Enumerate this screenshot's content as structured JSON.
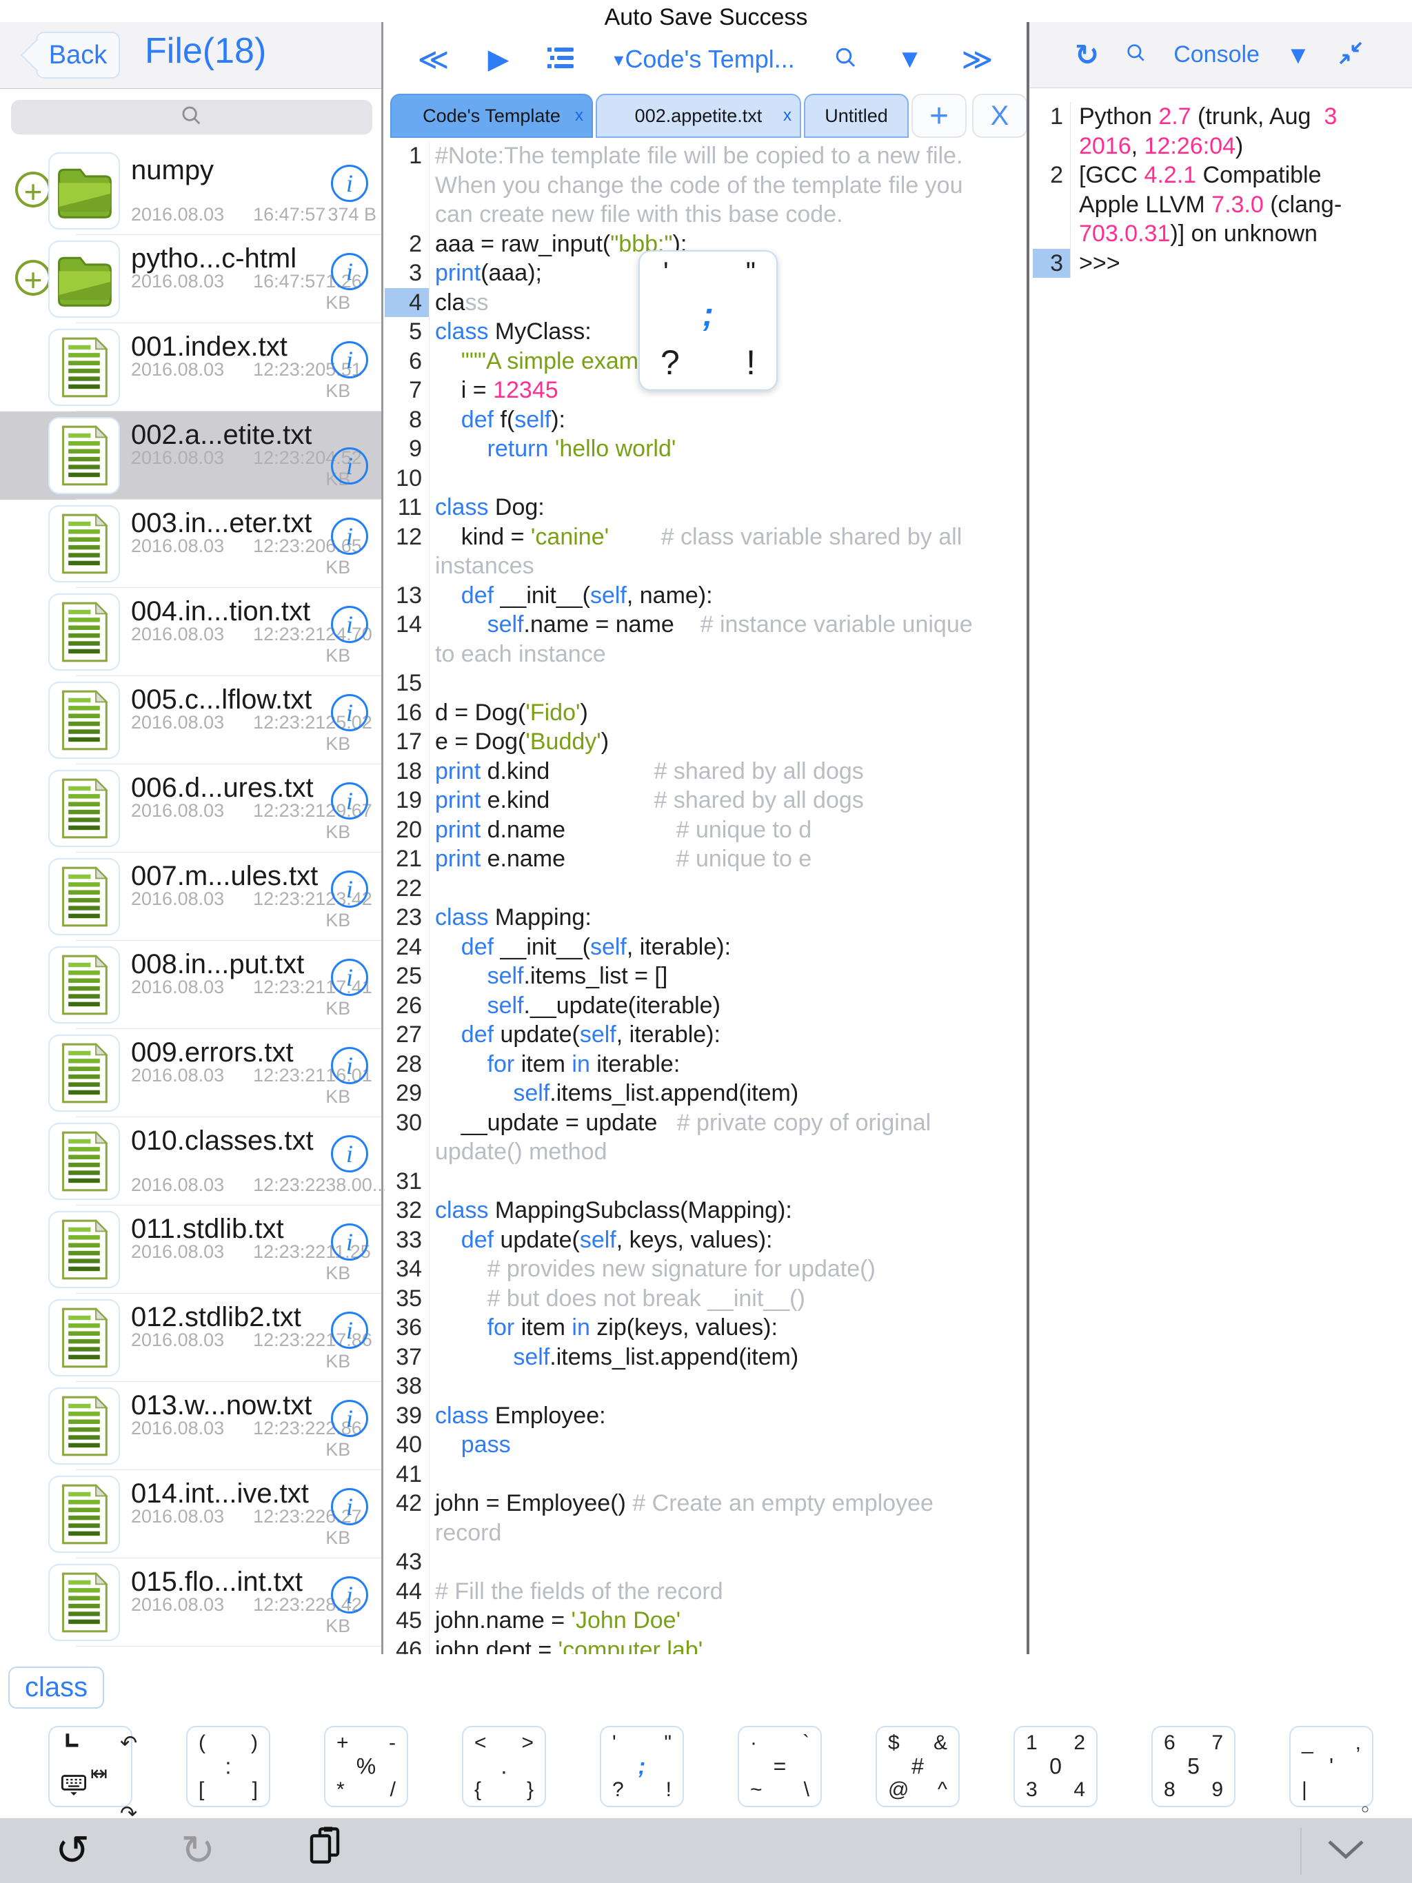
{
  "toast": "Auto Save Success",
  "icons": {
    "double_chevron_left": "≪",
    "play": "▶",
    "double_chevron_right": "≫",
    "caret_down": "▾",
    "triangle_down": "▼",
    "refresh": "↻",
    "plus": "+",
    "close_all": "X",
    "tab_close": "x",
    "undo": "↺",
    "redo": "↻",
    "info": "i",
    "add": "+"
  },
  "sidebar": {
    "back_label": "Back",
    "title": "File(18)",
    "search_placeholder": "",
    "files": [
      {
        "name": "numpy",
        "type": "folder",
        "date": "2016.08.03",
        "time": "16:47:57",
        "size": "374 B"
      },
      {
        "name": "pytho...c-html",
        "type": "folder",
        "date": "2016.08.03",
        "time": "16:47:57",
        "size": "1.26 KB"
      },
      {
        "name": "001.index.txt",
        "type": "file",
        "date": "2016.08.03",
        "time": "12:23:20",
        "size": "5.51 KB"
      },
      {
        "name": "002.a...etite.txt",
        "type": "file",
        "date": "2016.08.03",
        "time": "12:23:20",
        "size": "4.52 KB",
        "selected": true
      },
      {
        "name": "003.in...eter.txt",
        "type": "file",
        "date": "2016.08.03",
        "time": "12:23:20",
        "size": "6.65 KB"
      },
      {
        "name": "004.in...tion.txt",
        "type": "file",
        "date": "2016.08.03",
        "time": "12:23:21",
        "size": "24.70 KB"
      },
      {
        "name": "005.c...lflow.txt",
        "type": "file",
        "date": "2016.08.03",
        "time": "12:23:21",
        "size": "25.02 KB"
      },
      {
        "name": "006.d...ures.txt",
        "type": "file",
        "date": "2016.08.03",
        "time": "12:23:21",
        "size": "29.67 KB"
      },
      {
        "name": "007.m...ules.txt",
        "type": "file",
        "date": "2016.08.03",
        "time": "12:23:21",
        "size": "23.42 KB"
      },
      {
        "name": "008.in...put.txt",
        "type": "file",
        "date": "2016.08.03",
        "time": "12:23:21",
        "size": "17.41 KB"
      },
      {
        "name": "009.errors.txt",
        "type": "file",
        "date": "2016.08.03",
        "time": "12:23:21",
        "size": "16.01 KB"
      },
      {
        "name": "010.classes.txt",
        "type": "file",
        "date": "2016.08.03",
        "time": "12:23:22",
        "size": "38.00..."
      },
      {
        "name": "011.stdlib.txt",
        "type": "file",
        "date": "2016.08.03",
        "time": "12:23:22",
        "size": "11.25 KB"
      },
      {
        "name": "012.stdlib2.txt",
        "type": "file",
        "date": "2016.08.03",
        "time": "12:23:22",
        "size": "17.86 KB"
      },
      {
        "name": "013.w...now.txt",
        "type": "file",
        "date": "2016.08.03",
        "time": "12:23:22",
        "size": "2.86 KB"
      },
      {
        "name": "014.int...ive.txt",
        "type": "file",
        "date": "2016.08.03",
        "time": "12:23:22",
        "size": "6.27 KB"
      },
      {
        "name": "015.flo...int.txt",
        "type": "file",
        "date": "2016.08.03",
        "time": "12:23:22",
        "size": "8.42 KB"
      }
    ]
  },
  "editor": {
    "toolbar": {
      "file_dropdown": "Code's Templ..."
    },
    "tabs": [
      {
        "label": "Code's Template",
        "active": true,
        "closable": true
      },
      {
        "label": "002.appetite.txt",
        "active": false,
        "closable": true
      },
      {
        "label": "Untitled",
        "active": false,
        "closable": false
      }
    ],
    "lines": [
      {
        "n": 1,
        "segs": [
          [
            "c",
            "#Note:The template file will be copied to a new file. When you change the code of the template file you can create new file with this base code."
          ]
        ]
      },
      {
        "n": 2,
        "segs": [
          [
            "p",
            "aaa = raw_input("
          ],
          [
            "s",
            "\"bbb:\""
          ],
          [
            "p",
            ");"
          ]
        ]
      },
      {
        "n": 3,
        "segs": [
          [
            "k",
            "print"
          ],
          [
            "p",
            "(aaa);"
          ]
        ]
      },
      {
        "n": 4,
        "hl": true,
        "segs": [
          [
            "p",
            "cla"
          ],
          [
            "g",
            "ss"
          ]
        ]
      },
      {
        "n": 5,
        "segs": [
          [
            "k",
            "class"
          ],
          [
            "p",
            " MyClass:"
          ]
        ]
      },
      {
        "n": 6,
        "segs": [
          [
            "p",
            "    "
          ],
          [
            "s",
            "\"\"\"A simple example class\"\"\""
          ]
        ]
      },
      {
        "n": 7,
        "segs": [
          [
            "p",
            "    i = "
          ],
          [
            "n2",
            "12345"
          ]
        ]
      },
      {
        "n": 8,
        "segs": [
          [
            "p",
            "    "
          ],
          [
            "k",
            "def"
          ],
          [
            "p",
            " f("
          ],
          [
            "k",
            "self"
          ],
          [
            "p",
            "):"
          ]
        ]
      },
      {
        "n": 9,
        "segs": [
          [
            "p",
            "        "
          ],
          [
            "k",
            "return"
          ],
          [
            "p",
            " "
          ],
          [
            "s",
            "'hello world'"
          ]
        ]
      },
      {
        "n": 10,
        "segs": []
      },
      {
        "n": 11,
        "segs": [
          [
            "k",
            "class"
          ],
          [
            "p",
            " Dog:"
          ]
        ]
      },
      {
        "n": 12,
        "segs": [
          [
            "p",
            "    kind = "
          ],
          [
            "s",
            "'canine'"
          ],
          [
            "p",
            "        "
          ],
          [
            "c",
            "# class variable shared by all instances"
          ]
        ]
      },
      {
        "n": 13,
        "segs": [
          [
            "p",
            "    "
          ],
          [
            "k",
            "def"
          ],
          [
            "p",
            " __init__("
          ],
          [
            "k",
            "self"
          ],
          [
            "p",
            ", name):"
          ]
        ]
      },
      {
        "n": 14,
        "segs": [
          [
            "p",
            "        "
          ],
          [
            "k",
            "self"
          ],
          [
            "p",
            ".name = name    "
          ],
          [
            "c",
            "# instance variable unique to each instance"
          ]
        ]
      },
      {
        "n": 15,
        "segs": []
      },
      {
        "n": 16,
        "segs": [
          [
            "p",
            "d = Dog("
          ],
          [
            "s",
            "'Fido'"
          ],
          [
            "p",
            ")"
          ]
        ]
      },
      {
        "n": 17,
        "segs": [
          [
            "p",
            "e = Dog("
          ],
          [
            "s",
            "'Buddy'"
          ],
          [
            "p",
            ")"
          ]
        ]
      },
      {
        "n": 18,
        "segs": [
          [
            "k",
            "print"
          ],
          [
            "p",
            " d.kind                "
          ],
          [
            "c",
            "# shared by all dogs"
          ]
        ]
      },
      {
        "n": 19,
        "segs": [
          [
            "k",
            "print"
          ],
          [
            "p",
            " e.kind                "
          ],
          [
            "c",
            "# shared by all dogs"
          ]
        ]
      },
      {
        "n": 20,
        "segs": [
          [
            "k",
            "print"
          ],
          [
            "p",
            " d.name                 "
          ],
          [
            "c",
            "# unique to d"
          ]
        ]
      },
      {
        "n": 21,
        "segs": [
          [
            "k",
            "print"
          ],
          [
            "p",
            " e.name                 "
          ],
          [
            "c",
            "# unique to e"
          ]
        ]
      },
      {
        "n": 22,
        "segs": []
      },
      {
        "n": 23,
        "segs": [
          [
            "k",
            "class"
          ],
          [
            "p",
            " Mapping:"
          ]
        ]
      },
      {
        "n": 24,
        "segs": [
          [
            "p",
            "    "
          ],
          [
            "k",
            "def"
          ],
          [
            "p",
            " __init__("
          ],
          [
            "k",
            "self"
          ],
          [
            "p",
            ", iterable):"
          ]
        ]
      },
      {
        "n": 25,
        "segs": [
          [
            "p",
            "        "
          ],
          [
            "k",
            "self"
          ],
          [
            "p",
            ".items_list = []"
          ]
        ]
      },
      {
        "n": 26,
        "segs": [
          [
            "p",
            "        "
          ],
          [
            "k",
            "self"
          ],
          [
            "p",
            ".__update(iterable)"
          ]
        ]
      },
      {
        "n": 27,
        "segs": [
          [
            "p",
            "    "
          ],
          [
            "k",
            "def"
          ],
          [
            "p",
            " update("
          ],
          [
            "k",
            "self"
          ],
          [
            "p",
            ", iterable):"
          ]
        ]
      },
      {
        "n": 28,
        "segs": [
          [
            "p",
            "        "
          ],
          [
            "k",
            "for"
          ],
          [
            "p",
            " item "
          ],
          [
            "k",
            "in"
          ],
          [
            "p",
            " iterable:"
          ]
        ]
      },
      {
        "n": 29,
        "segs": [
          [
            "p",
            "            "
          ],
          [
            "k",
            "self"
          ],
          [
            "p",
            ".items_list.append(item)"
          ]
        ]
      },
      {
        "n": 30,
        "segs": [
          [
            "p",
            "    __update = update   "
          ],
          [
            "c",
            "# private copy of original update() method"
          ]
        ]
      },
      {
        "n": 31,
        "segs": []
      },
      {
        "n": 32,
        "segs": [
          [
            "k",
            "class"
          ],
          [
            "p",
            " MappingSubclass(Mapping):"
          ]
        ]
      },
      {
        "n": 33,
        "segs": [
          [
            "p",
            "    "
          ],
          [
            "k",
            "def"
          ],
          [
            "p",
            " update("
          ],
          [
            "k",
            "self"
          ],
          [
            "p",
            ", keys, values):"
          ]
        ]
      },
      {
        "n": 34,
        "segs": [
          [
            "p",
            "        "
          ],
          [
            "c",
            "# provides new signature for update()"
          ]
        ]
      },
      {
        "n": 35,
        "segs": [
          [
            "p",
            "        "
          ],
          [
            "c",
            "# but does not break __init__()"
          ]
        ]
      },
      {
        "n": 36,
        "segs": [
          [
            "p",
            "        "
          ],
          [
            "k",
            "for"
          ],
          [
            "p",
            " item "
          ],
          [
            "k",
            "in"
          ],
          [
            "p",
            " zip(keys, values):"
          ]
        ]
      },
      {
        "n": 37,
        "segs": [
          [
            "p",
            "            "
          ],
          [
            "k",
            "self"
          ],
          [
            "p",
            ".items_list.append(item)"
          ]
        ]
      },
      {
        "n": 38,
        "segs": []
      },
      {
        "n": 39,
        "segs": [
          [
            "k",
            "class"
          ],
          [
            "p",
            " Employee:"
          ]
        ]
      },
      {
        "n": 40,
        "segs": [
          [
            "p",
            "    "
          ],
          [
            "k",
            "pass"
          ]
        ]
      },
      {
        "n": 41,
        "segs": []
      },
      {
        "n": 42,
        "segs": [
          [
            "p",
            "john = Employee() "
          ],
          [
            "c",
            "# Create an empty employee record"
          ]
        ]
      },
      {
        "n": 43,
        "segs": []
      },
      {
        "n": 44,
        "segs": [
          [
            "c",
            "# Fill the fields of the record"
          ]
        ]
      },
      {
        "n": 45,
        "segs": [
          [
            "p",
            "john.name = "
          ],
          [
            "s",
            "'John Doe'"
          ]
        ]
      },
      {
        "n": 46,
        "segs": [
          [
            "p",
            "john.dept = "
          ],
          [
            "s",
            "'computer lab'"
          ]
        ]
      }
    ]
  },
  "popup": {
    "tl": "'",
    "tr": "\"",
    "c": ";",
    "bl": "?",
    "br": "!"
  },
  "console": {
    "title": "Console",
    "lines": [
      {
        "n": 1,
        "segs": [
          [
            "p",
            "Python "
          ],
          [
            "n2",
            "2.7"
          ],
          [
            "p",
            " (trunk, Aug  "
          ],
          [
            "n2",
            "3"
          ],
          [
            "p",
            " "
          ],
          [
            "n2",
            "2016"
          ],
          [
            "p",
            ", "
          ],
          [
            "n2",
            "12:26:04"
          ],
          [
            "p",
            ")"
          ]
        ]
      },
      {
        "n": 2,
        "segs": [
          [
            "p",
            "[GCC "
          ],
          [
            "n2",
            "4.2.1"
          ],
          [
            "p",
            " Compatible Apple LLVM "
          ],
          [
            "n2",
            "7.3.0"
          ],
          [
            "p",
            " (clang-"
          ],
          [
            "n2",
            "703.0.31"
          ],
          [
            "p",
            ")] on unknown"
          ]
        ]
      },
      {
        "n": 3,
        "hl": true,
        "segs": [
          [
            "p",
            ">>>"
          ]
        ]
      }
    ]
  },
  "keyboard": {
    "suggestion": "class",
    "keys": [
      {
        "special": true,
        "icons": {
          "tl": "indent-step-icon",
          "tr": "undo-arrow-icon",
          "c": "tab-switch-icon",
          "bl": "keyboard-dismiss-icon",
          "br": "redo-arrow-icon"
        }
      },
      {
        "tl": "(",
        "tr": ")",
        "c": ":",
        "bl": "[",
        "br": "]"
      },
      {
        "tl": "+",
        "tr": "-",
        "c": "%",
        "bl": "*",
        "br": "/"
      },
      {
        "tl": "<",
        "tr": ">",
        "c": ".",
        "bl": "{",
        "br": "}"
      },
      {
        "tl": "'",
        "tr": "\"",
        "c": ";",
        "bl": "?",
        "br": "!",
        "center_blue": true
      },
      {
        "tl": "·",
        "tr": "`",
        "c": "=",
        "bl": "~",
        "br": "\\"
      },
      {
        "tl": "$",
        "tr": "&",
        "c": "#",
        "bl": "@",
        "br": "^"
      },
      {
        "tl": "1",
        "tr": "2",
        "c": "0",
        "bl": "3",
        "br": "4"
      },
      {
        "tl": "6",
        "tr": "7",
        "c": "5",
        "bl": "8",
        "br": "9"
      },
      {
        "tl": "_",
        "tr": ",",
        "c": "'",
        "bl": "|",
        "br": "。"
      }
    ]
  }
}
